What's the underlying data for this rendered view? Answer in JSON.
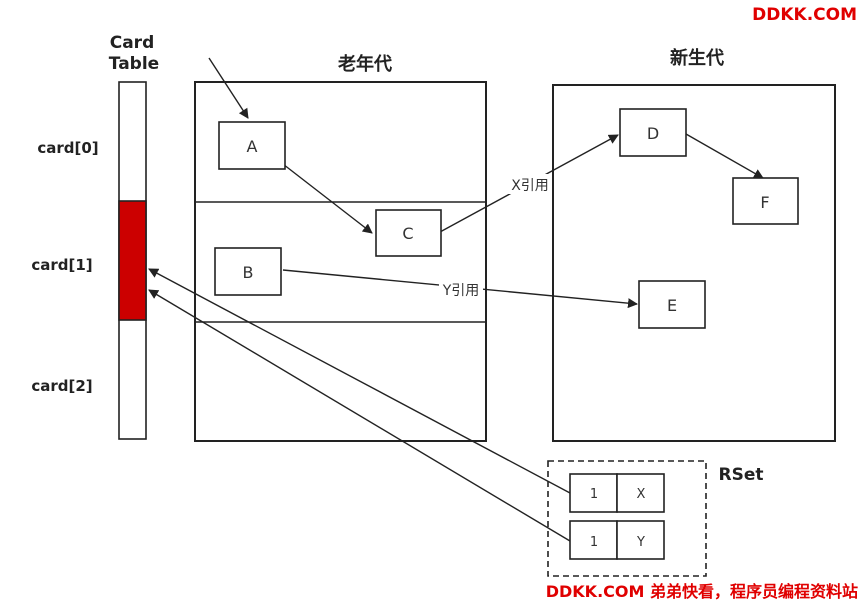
{
  "watermark": {
    "top": "DDKK.COM",
    "bottom": "DDKK.COM 弟弟快看，程序员编程资料站",
    "color": "#e00000"
  },
  "card_table": {
    "title_line1": "Card",
    "title_line2": "Table",
    "cards": [
      "card[0]",
      "card[1]",
      "card[2]"
    ],
    "dirty_color": "#cc0000"
  },
  "old_gen": {
    "title": "老年代"
  },
  "young_gen": {
    "title": "新生代"
  },
  "nodes": {
    "A": "A",
    "B": "B",
    "C": "C",
    "D": "D",
    "E": "E",
    "F": "F"
  },
  "edge_labels": {
    "x_ref": "X引用",
    "y_ref": "Y引用"
  },
  "rset": {
    "title": "RSet",
    "rows": [
      {
        "index": "1",
        "ref": "X"
      },
      {
        "index": "1",
        "ref": "Y"
      }
    ]
  }
}
